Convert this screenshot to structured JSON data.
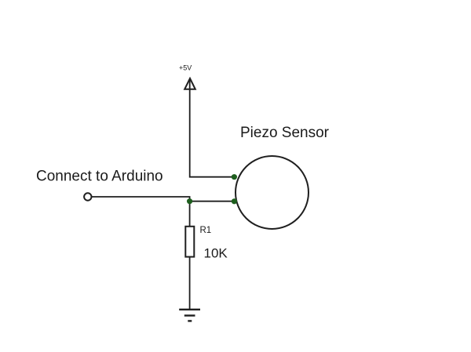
{
  "diagram": {
    "type": "circuit-schematic",
    "labels": {
      "power": "+5V",
      "piezo": "Piezo Sensor",
      "arduino": "Connect to Arduino",
      "resistor_ref": "R1",
      "resistor_value": "10K"
    },
    "colors": {
      "background": "#ffffff",
      "wire": "#1f1f1f",
      "text": "#1a1a1a",
      "junction_dot": "#1d5e1d",
      "component_fill": "#ffffff"
    }
  }
}
